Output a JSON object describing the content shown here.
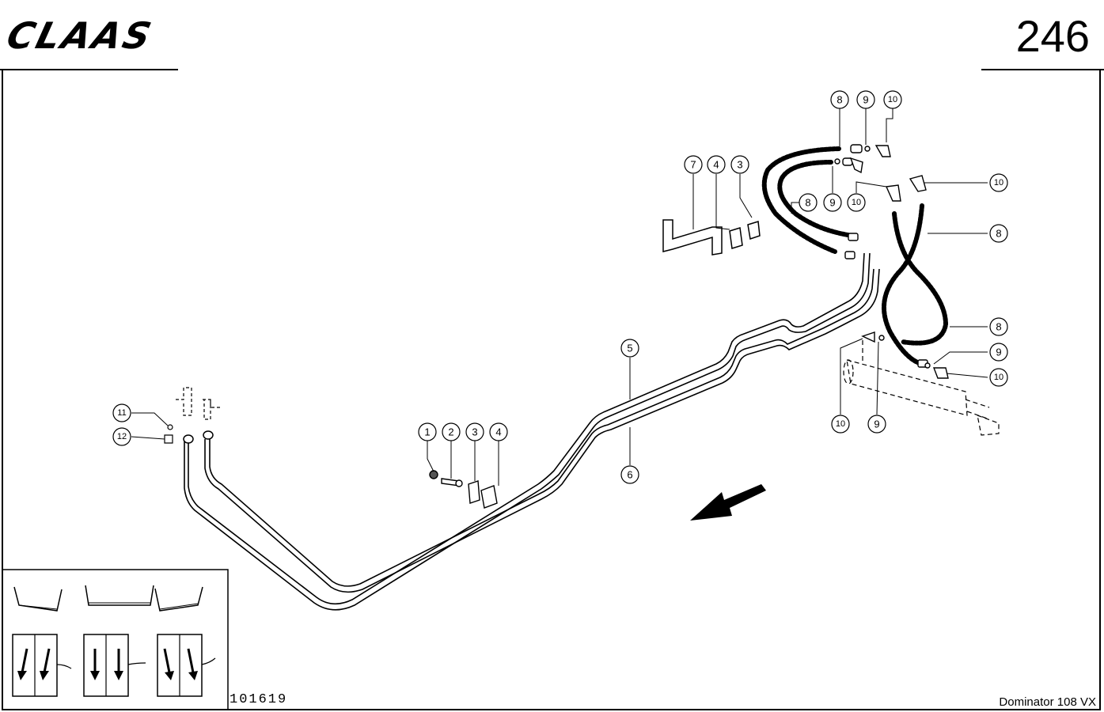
{
  "header": {
    "brand": "CLAAS",
    "page_number": "246"
  },
  "footer": {
    "drawing_number": "101619",
    "model": "Dominator 108 VX"
  },
  "callouts": [
    {
      "id": "c8a",
      "label": "8"
    },
    {
      "id": "c9a",
      "label": "9"
    },
    {
      "id": "c10a",
      "label": "10"
    },
    {
      "id": "c7",
      "label": "7"
    },
    {
      "id": "c4a",
      "label": "4"
    },
    {
      "id": "c3a",
      "label": "3"
    },
    {
      "id": "c8b",
      "label": "8"
    },
    {
      "id": "c9b",
      "label": "9"
    },
    {
      "id": "c10b",
      "label": "10"
    },
    {
      "id": "c10c",
      "label": "10"
    },
    {
      "id": "c8c",
      "label": "8"
    },
    {
      "id": "c8d",
      "label": "8"
    },
    {
      "id": "c9c",
      "label": "9"
    },
    {
      "id": "c10d",
      "label": "10"
    },
    {
      "id": "c10e",
      "label": "10"
    },
    {
      "id": "c9d",
      "label": "9"
    },
    {
      "id": "c5",
      "label": "5"
    },
    {
      "id": "c6",
      "label": "6"
    },
    {
      "id": "c1",
      "label": "1"
    },
    {
      "id": "c2",
      "label": "2"
    },
    {
      "id": "c3b",
      "label": "3"
    },
    {
      "id": "c4b",
      "label": "4"
    },
    {
      "id": "c11",
      "label": "11"
    },
    {
      "id": "c12",
      "label": "12"
    }
  ],
  "colors": {
    "ink": "#000000",
    "paper": "#ffffff"
  }
}
